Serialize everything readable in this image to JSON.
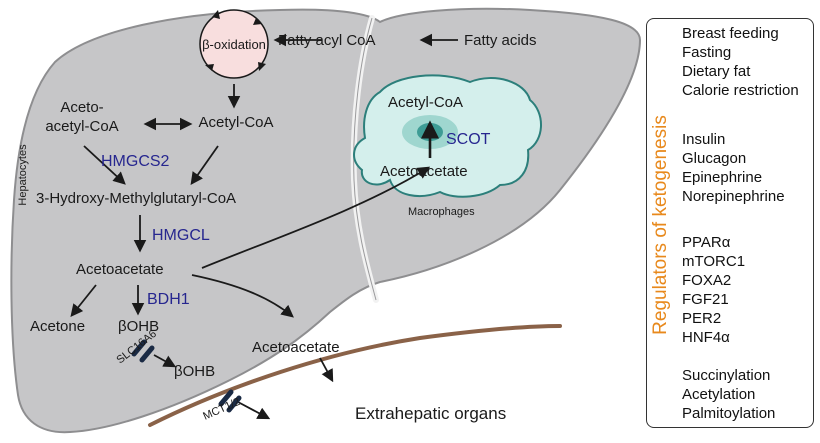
{
  "diagram": {
    "fatty_acids": "Fatty acids",
    "fatty_acyl_coa": "Fatty acyl CoA",
    "beta_oxidation": "β-oxidation",
    "acetyl_coa": "Acetyl-CoA",
    "acetoacetyl_coa_line1": "Aceto-",
    "acetoacetyl_coa_line2": "acetyl-CoA",
    "hmgcs2": "HMGCS2",
    "hmg_coa": "3-Hydroxy-Methylglutaryl-CoA",
    "hmgcl": "HMGCL",
    "acetoacetate": "Acetoacetate",
    "bdh1": "BDH1",
    "acetone": "Acetone",
    "bohb": "βOHB",
    "slc16a6": "SLC16A6",
    "bohb_blood": "βOHB",
    "mct12": "MCT1/2",
    "acetoacetate_blood": "Acetoacetate",
    "extrahepatic": "Extrahepatic organs",
    "hepatocytes": "Hepatocytes",
    "macrophage": {
      "acetyl_coa": "Acetyl-CoA",
      "scot": "SCOT",
      "acetoacetate": "Acetoacetate",
      "label": "Macrophages"
    }
  },
  "regulators": {
    "title": "Regulators of ketogenesis",
    "groups": [
      [
        "Breast feeding",
        "Fasting",
        "Dietary fat",
        "Calorie restriction"
      ],
      [
        "Insulin",
        "Glucagon",
        "Epinephrine",
        "Norepinephrine"
      ],
      [
        "PPARα",
        "mTORC1",
        "FOXA2",
        "FGF21",
        "PER2",
        "HNF4α"
      ],
      [
        "Succinylation",
        "Acetylation",
        "Palmitoylation"
      ]
    ]
  },
  "colors": {
    "liver_fill": "#c6c6c8",
    "liver_stroke": "#8e8e90",
    "enzyme": "#26268f",
    "regulator_title": "#e8891c",
    "macrophage_fill": "#d4efec",
    "beta_oxidation_fill": "#f8dede",
    "vessel": "#8a6248"
  }
}
